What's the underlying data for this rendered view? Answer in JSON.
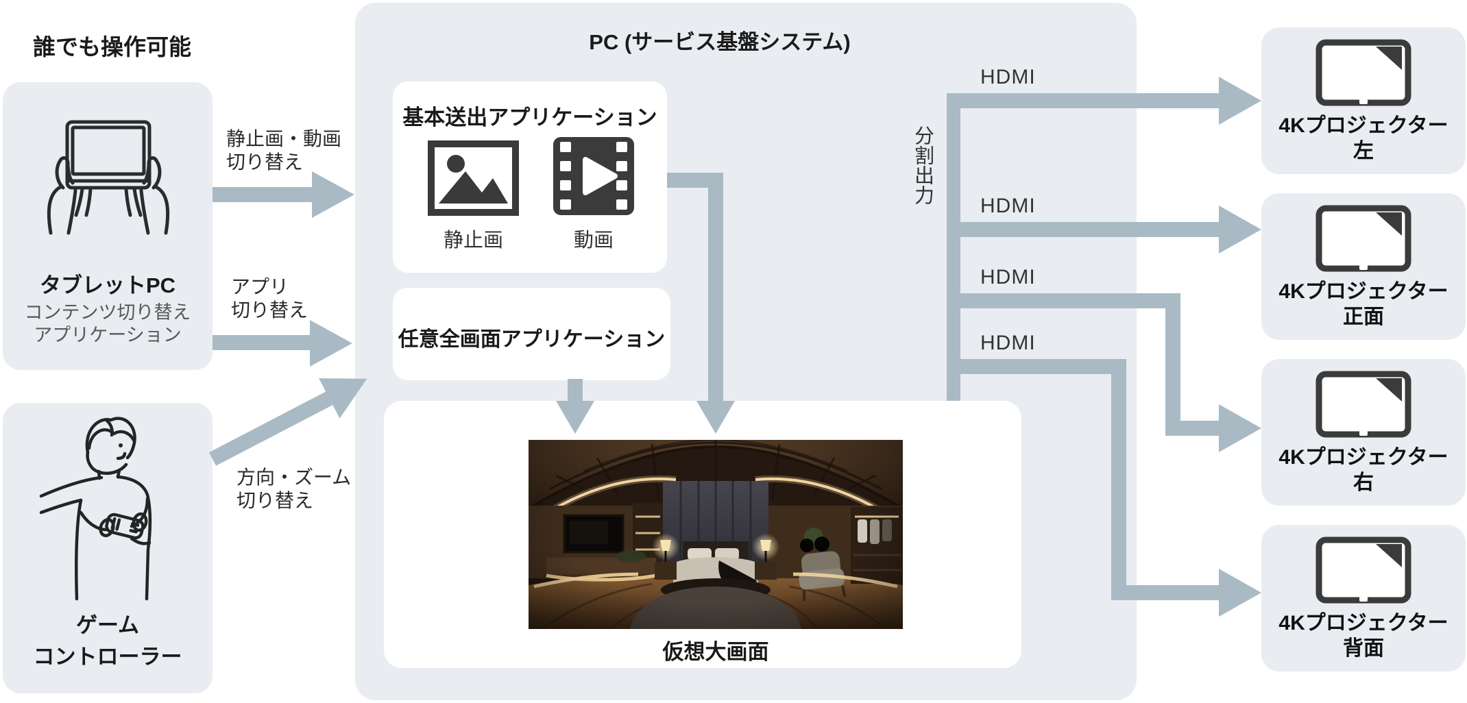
{
  "page": {
    "heading": "誰でも操作可能"
  },
  "tablet_box": {
    "label": "タブレットPC",
    "sub_line1": "コンテンツ切り替え",
    "sub_line2": "アプリケーション"
  },
  "controller_box": {
    "label_line1": "ゲーム",
    "label_line2": "コントローラー"
  },
  "arrows": {
    "a1_line1": "静止画・動画",
    "a1_line2": "切り替え",
    "a2_line1": "アプリ",
    "a2_line2": "切り替え",
    "a3_line1": "方向・ズーム",
    "a3_line2": "切り替え"
  },
  "pc_box": {
    "title": "PC (サービス基盤システム)"
  },
  "basic_app_box": {
    "title": "基本送出アプリケーション",
    "still_label": "静止画",
    "movie_label": "動画"
  },
  "fullscreen_app_box": {
    "title": "任意全画面アプリケーション"
  },
  "virtual_screen_box": {
    "label": "仮想大画面"
  },
  "split_output": {
    "label": "分割出力",
    "hdmi1": "HDMI",
    "hdmi2": "HDMI",
    "hdmi3": "HDMI",
    "hdmi4": "HDMI"
  },
  "projectors": [
    {
      "label_line1": "4Kプロジェクター",
      "label_line2": "左"
    },
    {
      "label_line1": "4Kプロジェクター",
      "label_line2": "正面"
    },
    {
      "label_line1": "4Kプロジェクター",
      "label_line2": "右"
    },
    {
      "label_line1": "4Kプロジェクター",
      "label_line2": "背面"
    }
  ],
  "icons": {
    "tablet": "tablet-hands-icon",
    "controller": "game-controller-person-icon",
    "still": "still-image-icon",
    "movie": "movie-film-icon",
    "projector": "projector-screen-icon",
    "photo": "panorama-bedroom-photo"
  },
  "colors": {
    "box_bg": "#e9edf1",
    "arrow": "#a9bac5",
    "icon_dark": "#3b3b3b",
    "text": "#1a1a1a",
    "text_gray": "#575757"
  }
}
